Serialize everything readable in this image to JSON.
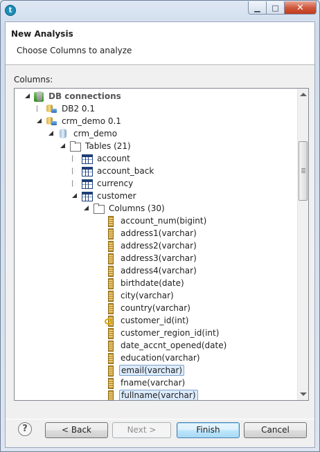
{
  "window": {
    "app_icon_glyph": "t",
    "minimize_glyph": "▁",
    "maximize_glyph": "□",
    "close_glyph": "✕"
  },
  "header": {
    "title": "New Analysis",
    "description": "Choose Columns to analyze"
  },
  "columns_label": "Columns:",
  "tree": {
    "rows": [
      {
        "label": "DB connections",
        "level": 0,
        "twisty": "open",
        "icon": "db-connections-icon",
        "bold": true
      },
      {
        "label": "DB2 0.1",
        "level": 1,
        "twisty": "closed",
        "icon": "database-icon"
      },
      {
        "label": "crm_demo 0.1",
        "level": 1,
        "twisty": "open",
        "icon": "database-icon"
      },
      {
        "label": "crm_demo",
        "level": 2,
        "twisty": "open",
        "icon": "schema-icon"
      },
      {
        "label": "Tables (21)",
        "level": 3,
        "twisty": "open",
        "icon": "folder-icon"
      },
      {
        "label": "account",
        "level": 4,
        "twisty": "closed",
        "icon": "table-icon"
      },
      {
        "label": "account_back",
        "level": 4,
        "twisty": "closed",
        "icon": "table-icon"
      },
      {
        "label": "currency",
        "level": 4,
        "twisty": "closed",
        "icon": "table-icon"
      },
      {
        "label": "customer",
        "level": 4,
        "twisty": "open",
        "icon": "table-icon"
      },
      {
        "label": "Columns (30)",
        "level": 5,
        "twisty": "open",
        "icon": "folder-icon"
      },
      {
        "label": "account_num(bigint)",
        "level": 6,
        "twisty": "none",
        "icon": "column-icon"
      },
      {
        "label": "address1(varchar)",
        "level": 6,
        "twisty": "none",
        "icon": "column-icon"
      },
      {
        "label": "address2(varchar)",
        "level": 6,
        "twisty": "none",
        "icon": "column-icon"
      },
      {
        "label": "address3(varchar)",
        "level": 6,
        "twisty": "none",
        "icon": "column-icon"
      },
      {
        "label": "address4(varchar)",
        "level": 6,
        "twisty": "none",
        "icon": "column-icon"
      },
      {
        "label": "birthdate(date)",
        "level": 6,
        "twisty": "none",
        "icon": "column-icon"
      },
      {
        "label": "city(varchar)",
        "level": 6,
        "twisty": "none",
        "icon": "column-icon"
      },
      {
        "label": "country(varchar)",
        "level": 6,
        "twisty": "none",
        "icon": "column-icon"
      },
      {
        "label": "customer_id(int)",
        "level": 6,
        "twisty": "none",
        "icon": "primary-key-column-icon"
      },
      {
        "label": "customer_region_id(int)",
        "level": 6,
        "twisty": "none",
        "icon": "column-icon"
      },
      {
        "label": "date_accnt_opened(date)",
        "level": 6,
        "twisty": "none",
        "icon": "column-icon"
      },
      {
        "label": "education(varchar)",
        "level": 6,
        "twisty": "none",
        "icon": "column-icon"
      },
      {
        "label": "email(varchar)",
        "level": 6,
        "twisty": "none",
        "icon": "column-icon",
        "selected": true
      },
      {
        "label": "fname(varchar)",
        "level": 6,
        "twisty": "none",
        "icon": "column-icon"
      },
      {
        "label": "fullname(varchar)",
        "level": 6,
        "twisty": "none",
        "icon": "column-icon",
        "selected": true
      }
    ]
  },
  "buttons": {
    "help_glyph": "?",
    "back": "< Back",
    "next": "Next >",
    "finish": "Finish",
    "cancel": "Cancel"
  }
}
